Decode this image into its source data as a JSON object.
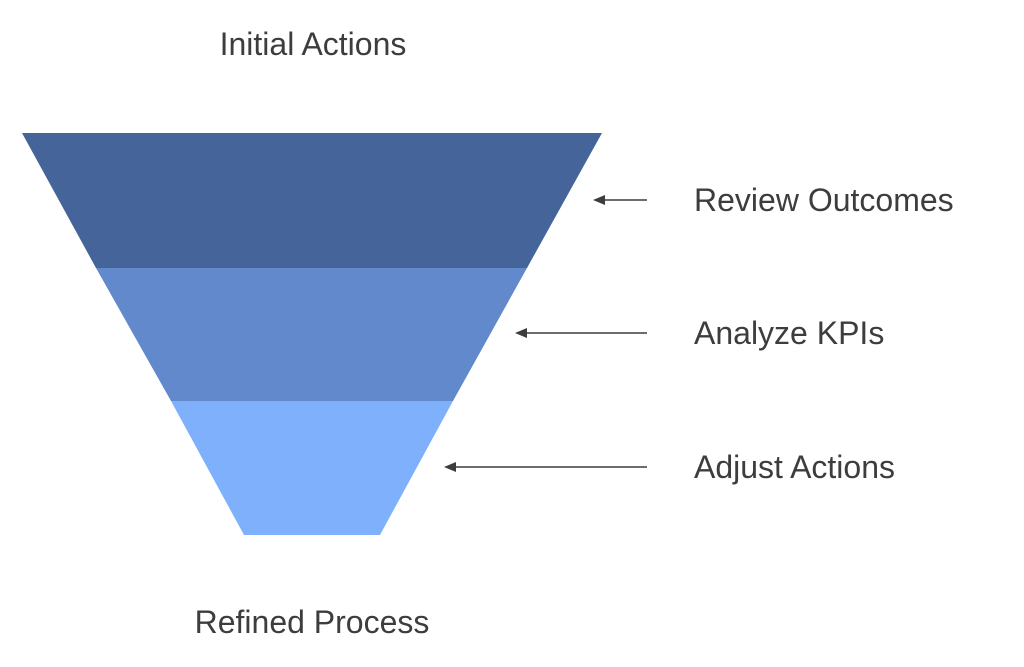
{
  "diagram": {
    "top_label": "Initial Actions",
    "bottom_label": "Refined Process",
    "stages": [
      {
        "label": "Review Outcomes",
        "color": "#44649a"
      },
      {
        "label": "Analyze KPIs",
        "color": "#6289cb"
      },
      {
        "label": "Adjust Actions",
        "color": "#7fb0fc"
      }
    ]
  }
}
